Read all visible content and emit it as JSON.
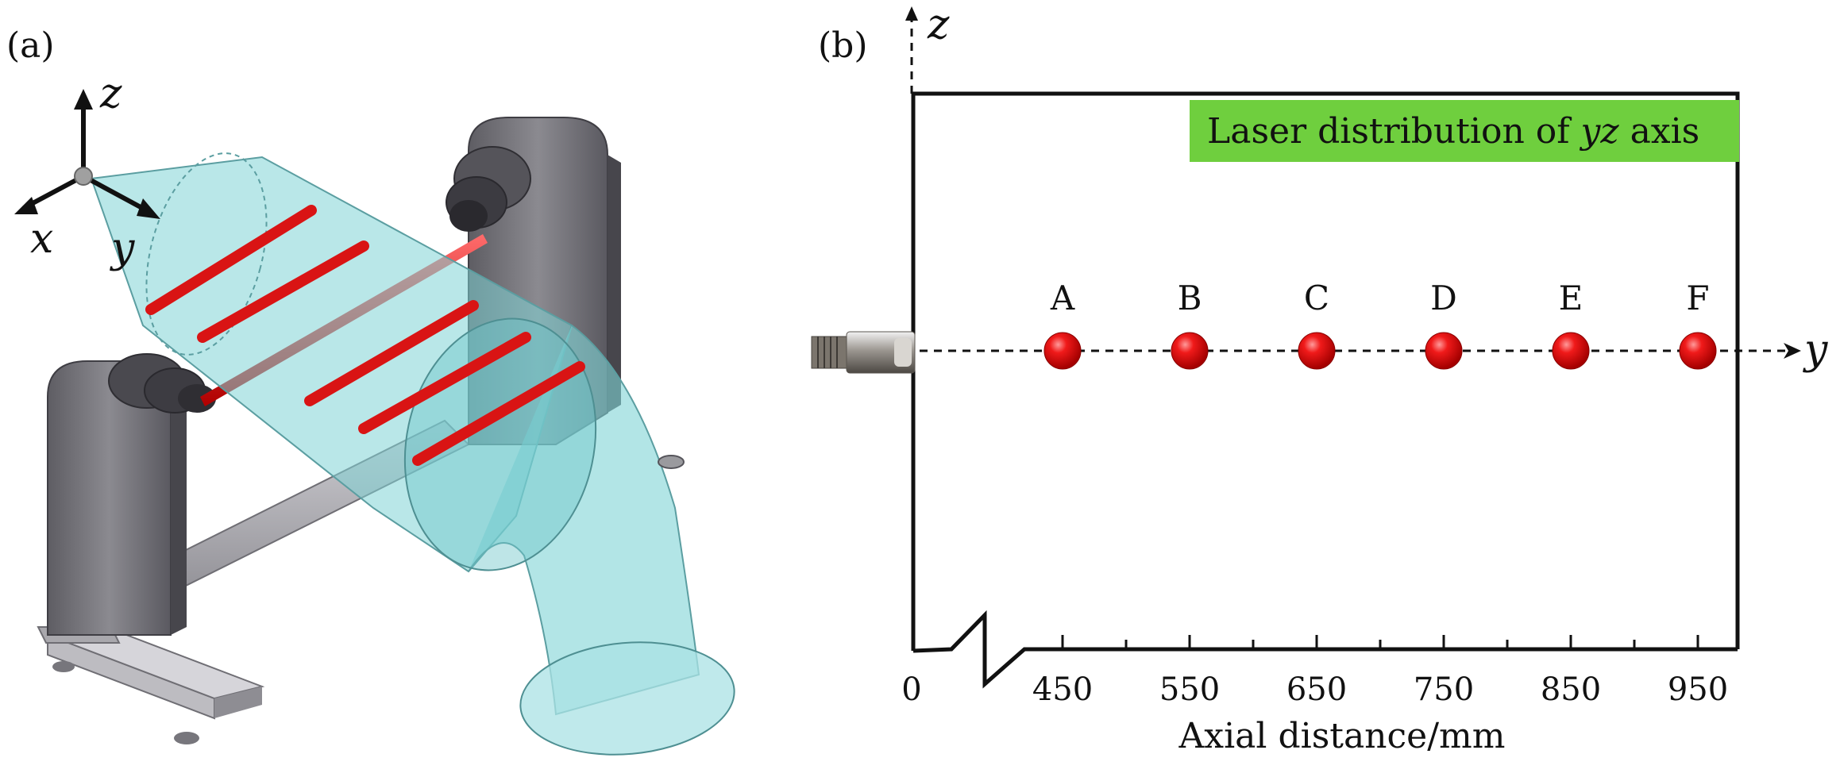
{
  "panel_a": {
    "label": "(a)",
    "axes": {
      "z": "z",
      "x": "x",
      "y": "y"
    },
    "colors": {
      "tube": "#7fd3d6",
      "laser": "#e01b1b",
      "frame": "#55545a",
      "rail": "#b9b8be"
    },
    "icons": [
      "coordinate-axes-icon",
      "transparent-tube",
      "laser-rods",
      "support-frame"
    ]
  },
  "panel_b": {
    "label": "(b)",
    "z_axis_label": "z",
    "y_axis_label": "y",
    "legend": {
      "before": "Laser distribution of ",
      "italic": "yz",
      "after": " axis",
      "color": "#6fcf3e"
    },
    "origin_label": "0",
    "xlabel": "Axial distance/mm",
    "nozzle_icon": "spray-nozzle-icon"
  },
  "chart_data": {
    "type": "scatter",
    "xlabel": "Axial distance/mm",
    "x_ticks": [
      450,
      550,
      650,
      750,
      850,
      950
    ],
    "axis_break": true,
    "points": [
      {
        "label": "A",
        "x": 450
      },
      {
        "label": "B",
        "x": 550
      },
      {
        "label": "C",
        "x": 650
      },
      {
        "label": "D",
        "x": 750
      },
      {
        "label": "E",
        "x": 850
      },
      {
        "label": "F",
        "x": 950
      }
    ],
    "point_color": "#e81010",
    "grid": false
  }
}
